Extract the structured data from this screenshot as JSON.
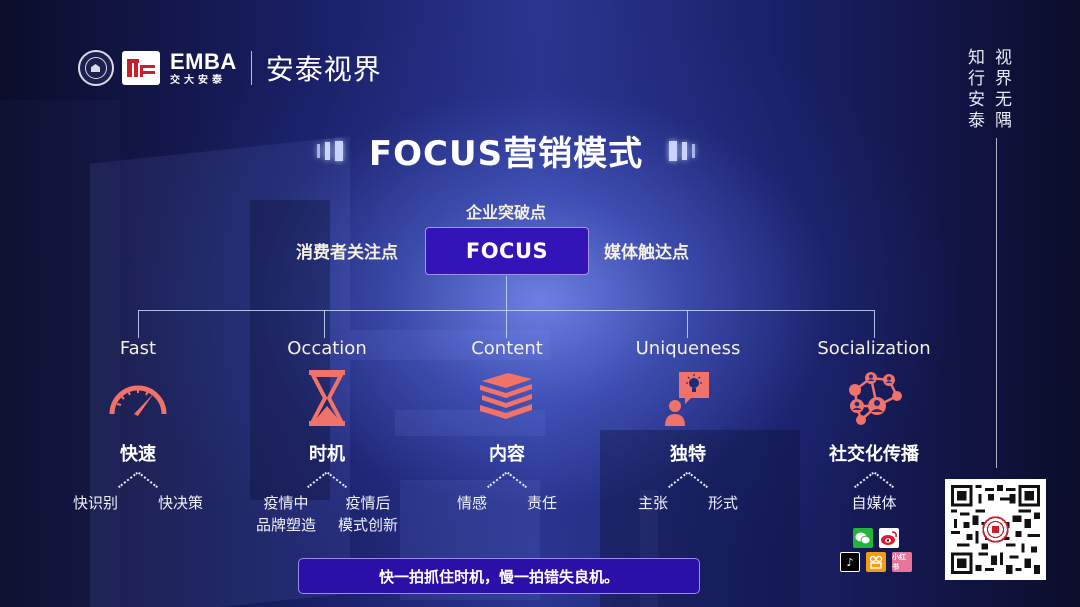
{
  "header": {
    "emba_title": "EMBA",
    "emba_subtitle": "交大安泰",
    "brand": "安泰视界",
    "logos": [
      "university-emblem",
      "acem-logo"
    ]
  },
  "side_slogan": {
    "col1": [
      "知",
      "行",
      "安",
      "泰"
    ],
    "col2": [
      "视",
      "界",
      "无",
      "隅"
    ]
  },
  "title": "FOCUS营销模式",
  "center": {
    "box_label": "FOCUS",
    "top_label": "企业突破点",
    "left_label": "消费者关注点",
    "right_label": "媒体触达点"
  },
  "columns": [
    {
      "en": "Fast",
      "icon": "speedometer-icon",
      "cn": "快速",
      "subs": [
        [
          "快识别"
        ],
        [
          "快决策"
        ]
      ]
    },
    {
      "en": "Occation",
      "icon": "hourglass-icon",
      "cn": "时机",
      "subs": [
        [
          "疫情中",
          "品牌塑造"
        ],
        [
          "疫情后",
          "模式创新"
        ]
      ]
    },
    {
      "en": "Content",
      "icon": "books-icon",
      "cn": "内容",
      "subs": [
        [
          "情感"
        ],
        [
          "责任"
        ]
      ]
    },
    {
      "en": "Uniqueness",
      "icon": "idea-person-icon",
      "cn": "独特",
      "subs": [
        [
          "主张"
        ],
        [
          "形式"
        ]
      ]
    },
    {
      "en": "Socialization",
      "icon": "social-network-icon",
      "cn": "社交化传播",
      "subs": [
        [
          "自媒体"
        ]
      ]
    }
  ],
  "social_icons": [
    "wechat-icon",
    "weibo-icon",
    "douyin-icon",
    "kuaishou-icon",
    "xiaohongshu-icon"
  ],
  "banner": "快一拍抓住时机，慢一拍错失良机。",
  "colors": {
    "accent_icon": "#f07268",
    "focus_box": "#3214b8",
    "banner": "#2b10a8",
    "label_cream": "#f3f0df",
    "background_dark": "#0d0f2e"
  }
}
